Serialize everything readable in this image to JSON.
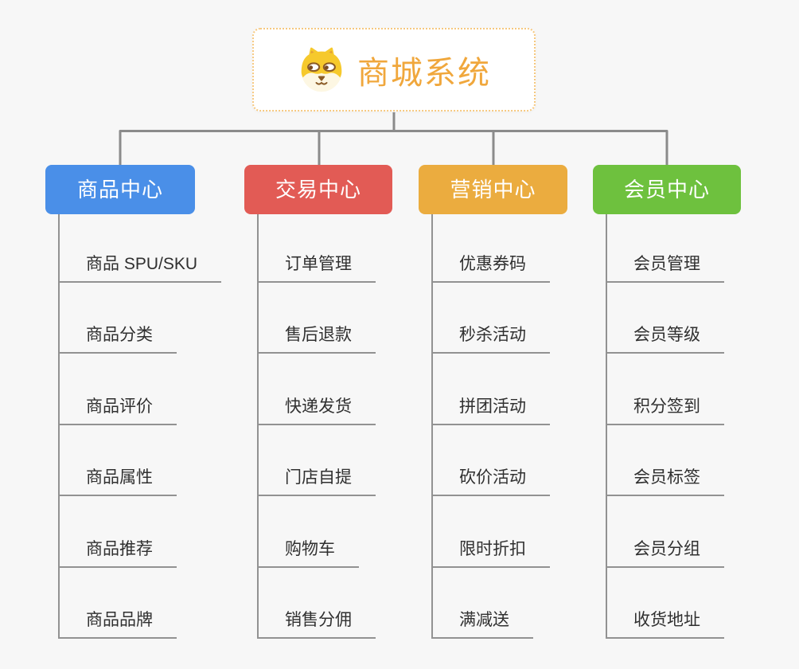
{
  "app": {
    "background_color": "#f7f7f7",
    "connector_color": "#8b8b8b"
  },
  "root": {
    "title": "商城系统",
    "title_color": "#f0a73c",
    "border_color": "#f6c87f",
    "icon": "shiba-dog-icon"
  },
  "branches": [
    {
      "id": "product-center",
      "label": "商品中心",
      "color": "#4a8fe8",
      "items": [
        "商品 SPU/SKU",
        "商品分类",
        "商品评价",
        "商品属性",
        "商品推荐",
        "商品品牌"
      ]
    },
    {
      "id": "trade-center",
      "label": "交易中心",
      "color": "#e25b55",
      "items": [
        "订单管理",
        "售后退款",
        "快递发货",
        "门店自提",
        "购物车",
        "销售分佣"
      ]
    },
    {
      "id": "marketing-center",
      "label": "营销中心",
      "color": "#ebac3f",
      "items": [
        "优惠券码",
        "秒杀活动",
        "拼团活动",
        "砍价活动",
        "限时折扣",
        "满减送"
      ]
    },
    {
      "id": "member-center",
      "label": "会员中心",
      "color": "#6ec13e",
      "items": [
        "会员管理",
        "会员等级",
        "积分签到",
        "会员标签",
        "会员分组",
        "收货地址"
      ]
    }
  ]
}
